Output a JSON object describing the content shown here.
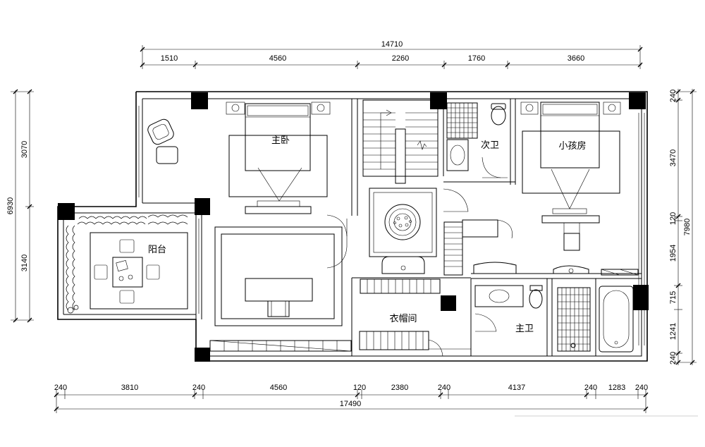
{
  "dimensions": {
    "top_total": "14710",
    "top": [
      "1510",
      "4560",
      "2260",
      "1760",
      "3660"
    ],
    "bottom_total": "17490",
    "bottom": [
      "240",
      "3810",
      "240",
      "4560",
      "120",
      "2380",
      "240",
      "4137",
      "240",
      "1283",
      "240"
    ],
    "left_total": "6930",
    "left": [
      "3070",
      "3140"
    ],
    "right_total": "7980",
    "right": [
      "240",
      "3470",
      "120",
      "1954",
      "715",
      "1241",
      "240"
    ]
  },
  "rooms": {
    "master_bedroom": "主卧",
    "secondary_bath": "次卫",
    "kids_room": "小孩房",
    "balcony": "阳台",
    "cloakroom": "衣帽间",
    "master_bath": "主卫"
  }
}
